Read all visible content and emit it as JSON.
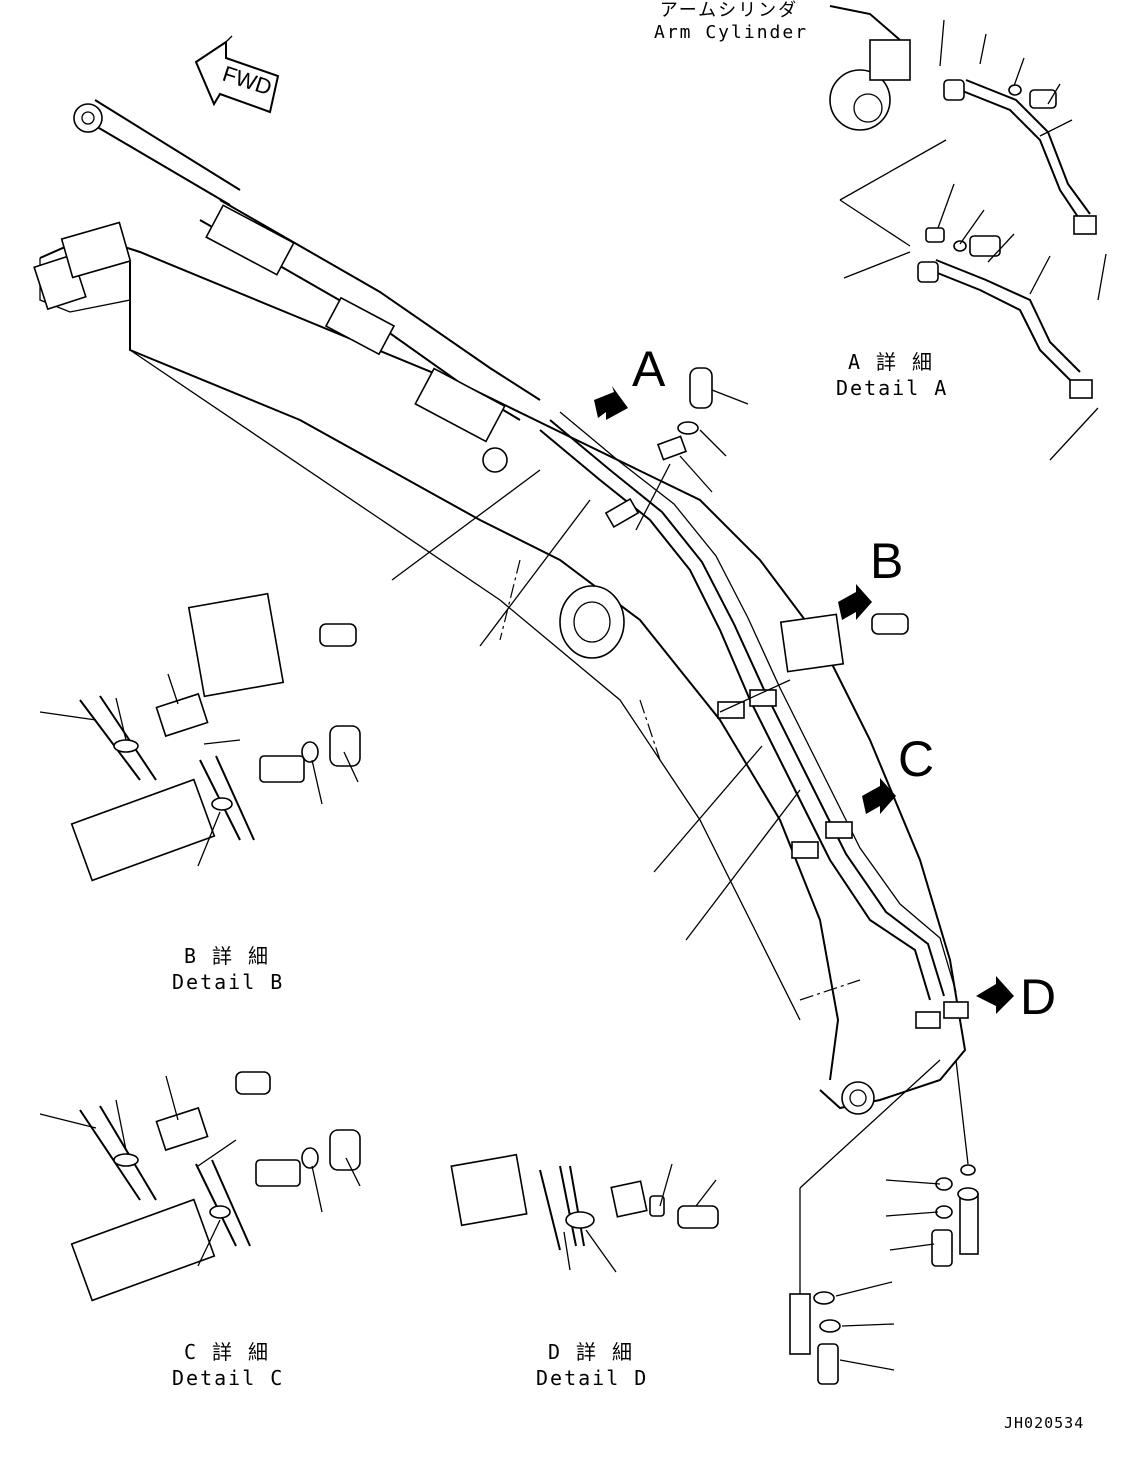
{
  "arm_cylinder": {
    "jp": "アームシリンダ",
    "en": "Arm Cylinder"
  },
  "fwd": "FWD",
  "views": {
    "a": "A",
    "b": "B",
    "c": "C",
    "d": "D"
  },
  "details": {
    "a": {
      "jp": "A 詳 細",
      "en": "Detail A"
    },
    "b": {
      "jp": "B 詳 細",
      "en": "Detail B"
    },
    "c": {
      "jp": "C 詳 細",
      "en": "Detail C"
    },
    "d": {
      "jp": "D 詳 細",
      "en": "Detail D"
    }
  },
  "drawing_code": "JH020534",
  "colors": {
    "ink": "#000000",
    "paper": "#ffffff"
  }
}
